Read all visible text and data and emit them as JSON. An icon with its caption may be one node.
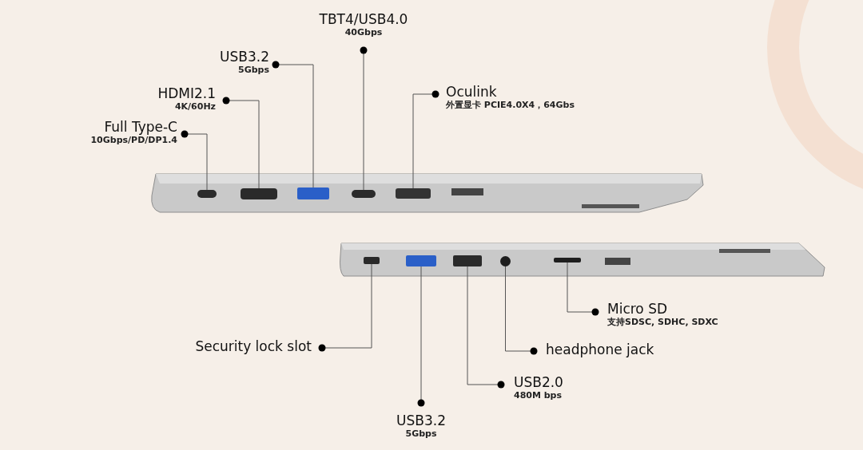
{
  "diagram": {
    "nodes": [
      {
        "text": [
          "TBT4/USB4.0",
          "40Gbps"
        ]
      },
      {
        "text": [
          "USB3.2",
          "5Gbps"
        ]
      },
      {
        "text": [
          "Oculink",
          "外置显卡 PCIE4.0X4，64Gbs"
        ]
      },
      {
        "text": [
          "HDMI2.1",
          "4K/60Hz"
        ]
      },
      {
        "text": [
          "Full Type-C",
          "10Gbps/PD/DP1.4"
        ]
      },
      {
        "text": [],
        "shape": "box"
      },
      {
        "text": [],
        "shape": "box"
      },
      {
        "text": [],
        "shape": "box"
      },
      {
        "text": [],
        "shape": "box"
      },
      {
        "text": [],
        "shape": "box"
      },
      {
        "text": [],
        "shape": "box"
      },
      {
        "text": [],
        "shape": "box"
      },
      {
        "text": [],
        "shape": "box"
      },
      {
        "text": [],
        "shape": "circle"
      },
      {
        "text": [],
        "shape": "box"
      },
      {
        "text": [
          "Micro SD",
          "支持SDSC, SDHC, SDXC"
        ]
      },
      {
        "text": [
          "Security lock slot"
        ]
      },
      {
        "text": [
          "headphone jack"
        ]
      },
      {
        "text": [
          "USB2.0",
          "480M bps"
        ]
      },
      {
        "text": [
          "USB3.2",
          "5Gbps"
        ]
      }
    ],
    "edges": [
      {
        "from": 0,
        "to": 8,
        "arrow": "other"
      },
      {
        "from": 1,
        "to": 7,
        "arrow": "other"
      },
      {
        "from": 2,
        "to": 9,
        "arrow": "other"
      },
      {
        "from": 3,
        "to": 6,
        "arrow": "other"
      },
      {
        "from": 4,
        "to": 5,
        "arrow": "other"
      },
      {
        "from": 15,
        "to": 14,
        "arrow": "other"
      },
      {
        "from": 16,
        "to": 10,
        "arrow": "other"
      },
      {
        "from": 17,
        "to": 13,
        "arrow": "other"
      },
      {
        "from": 18,
        "to": 12,
        "arrow": "other"
      },
      {
        "from": 19,
        "to": 11,
        "arrow": "other"
      }
    ]
  }
}
